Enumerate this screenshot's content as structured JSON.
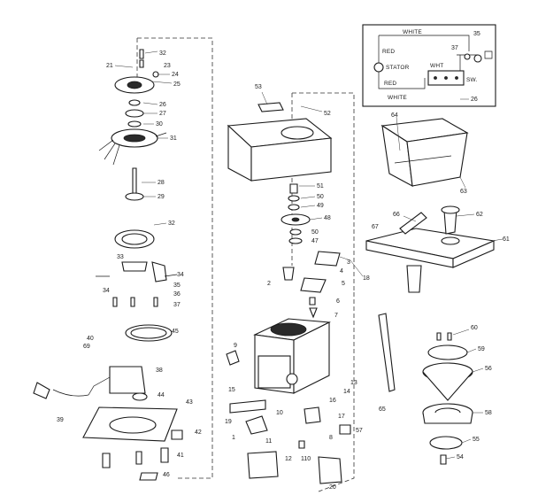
{
  "wiring": {
    "labels": [
      "WHITE",
      "RED",
      "STATOR",
      "RED",
      "WHITE",
      "WHT",
      "SW."
    ],
    "refs": [
      "35",
      "37",
      "26"
    ]
  },
  "callouts": [
    {
      "id": "c32a",
      "text": "32"
    },
    {
      "id": "c21",
      "text": "21"
    },
    {
      "id": "c23",
      "text": "23"
    },
    {
      "id": "c24",
      "text": "24"
    },
    {
      "id": "c25",
      "text": "25"
    },
    {
      "id": "c26",
      "text": "26"
    },
    {
      "id": "c27",
      "text": "27"
    },
    {
      "id": "c30",
      "text": "30"
    },
    {
      "id": "c31",
      "text": "31"
    },
    {
      "id": "c28",
      "text": "28"
    },
    {
      "id": "c29",
      "text": "29"
    },
    {
      "id": "c32b",
      "text": "32"
    },
    {
      "id": "c33a",
      "text": "33"
    },
    {
      "id": "c34a",
      "text": "34"
    },
    {
      "id": "c34b",
      "text": "34"
    },
    {
      "id": "c35",
      "text": "35"
    },
    {
      "id": "c36",
      "text": "36"
    },
    {
      "id": "c37",
      "text": "37"
    },
    {
      "id": "c45",
      "text": "45"
    },
    {
      "id": "c40",
      "text": "40"
    },
    {
      "id": "c69",
      "text": "69"
    },
    {
      "id": "c38",
      "text": "38"
    },
    {
      "id": "c44",
      "text": "44"
    },
    {
      "id": "c43",
      "text": "43"
    },
    {
      "id": "c39",
      "text": "39"
    },
    {
      "id": "c42",
      "text": "42"
    },
    {
      "id": "c41",
      "text": "41"
    },
    {
      "id": "c46",
      "text": "46"
    },
    {
      "id": "c53",
      "text": "53"
    },
    {
      "id": "c52",
      "text": "52"
    },
    {
      "id": "c51",
      "text": "51"
    },
    {
      "id": "c50a",
      "text": "50"
    },
    {
      "id": "c49",
      "text": "49"
    },
    {
      "id": "c48",
      "text": "48"
    },
    {
      "id": "c50b",
      "text": "50"
    },
    {
      "id": "c47",
      "text": "47"
    },
    {
      "id": "c3",
      "text": "3"
    },
    {
      "id": "c18",
      "text": "18"
    },
    {
      "id": "c4",
      "text": "4"
    },
    {
      "id": "c2",
      "text": "2"
    },
    {
      "id": "c5",
      "text": "5"
    },
    {
      "id": "c6",
      "text": "6"
    },
    {
      "id": "c7",
      "text": "7"
    },
    {
      "id": "c9",
      "text": "9"
    },
    {
      "id": "c13",
      "text": "13"
    },
    {
      "id": "c15",
      "text": "15"
    },
    {
      "id": "c14",
      "text": "14"
    },
    {
      "id": "c16",
      "text": "16"
    },
    {
      "id": "c17",
      "text": "17"
    },
    {
      "id": "c19",
      "text": "19"
    },
    {
      "id": "c1",
      "text": "1"
    },
    {
      "id": "c10",
      "text": "10"
    },
    {
      "id": "c8",
      "text": "8"
    },
    {
      "id": "c12",
      "text": "12"
    },
    {
      "id": "c11",
      "text": "11"
    },
    {
      "id": "c110",
      "text": "110"
    },
    {
      "id": "c20",
      "text": "20"
    },
    {
      "id": "c57",
      "text": "57"
    },
    {
      "id": "c64",
      "text": "64"
    },
    {
      "id": "c63",
      "text": "63"
    },
    {
      "id": "c66",
      "text": "66"
    },
    {
      "id": "c62",
      "text": "62"
    },
    {
      "id": "c67",
      "text": "67"
    },
    {
      "id": "c61",
      "text": "61"
    },
    {
      "id": "c65",
      "text": "65"
    },
    {
      "id": "c60",
      "text": "60"
    },
    {
      "id": "c59",
      "text": "59"
    },
    {
      "id": "c56",
      "text": "56"
    },
    {
      "id": "c58",
      "text": "58"
    },
    {
      "id": "c55",
      "text": "55"
    },
    {
      "id": "c54",
      "text": "54"
    }
  ]
}
